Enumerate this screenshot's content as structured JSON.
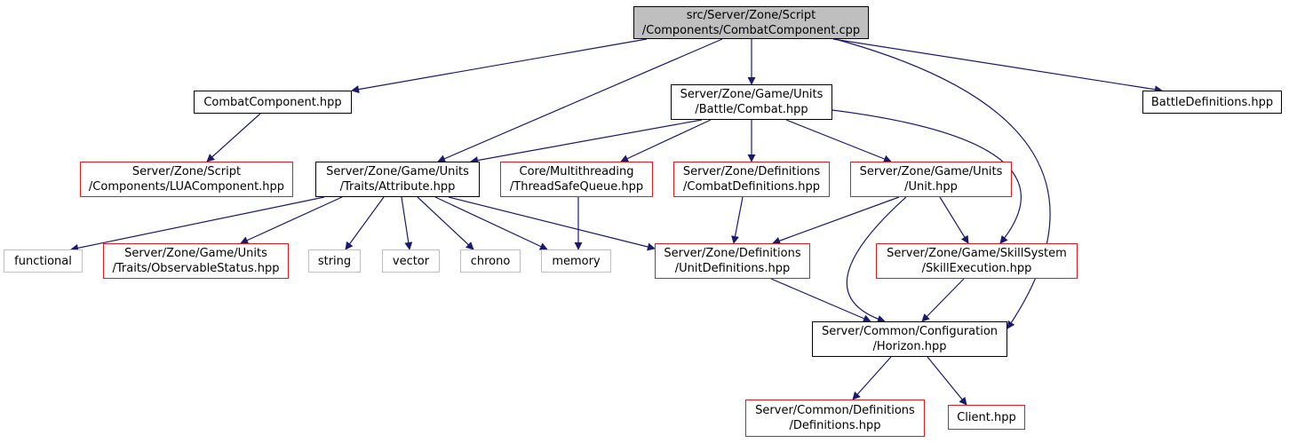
{
  "colors": {
    "edge": "#191970",
    "focus_fill": "#bfbfbf",
    "border_default": "#000000",
    "border_reference": "#e41a1c",
    "border_system": "#bfbfbf"
  },
  "nodes": [
    {
      "id": "n1",
      "label": "src/Server/Zone/Script\n/Components/CombatComponent.cpp",
      "kind": "focus"
    },
    {
      "id": "n2",
      "label": "CombatComponent.hpp",
      "kind": "default"
    },
    {
      "id": "n3",
      "label": "Server/Zone/Game/Units\n/Battle/Combat.hpp",
      "kind": "default"
    },
    {
      "id": "n4",
      "label": "BattleDefinitions.hpp",
      "kind": "default"
    },
    {
      "id": "n5",
      "label": "Server/Zone/Script\n/Components/LUAComponent.hpp",
      "kind": "ref"
    },
    {
      "id": "n6",
      "label": "Server/Zone/Game/Units\n/Traits/Attribute.hpp",
      "kind": "default"
    },
    {
      "id": "n7",
      "label": "Core/Multithreading\n/ThreadSafeQueue.hpp",
      "kind": "ref"
    },
    {
      "id": "n8",
      "label": "Server/Zone/Definitions\n/CombatDefinitions.hpp",
      "kind": "ref"
    },
    {
      "id": "n9",
      "label": "Server/Zone/Game/Units\n/Unit.hpp",
      "kind": "ref"
    },
    {
      "id": "n10",
      "label": "functional",
      "kind": "sys"
    },
    {
      "id": "n11",
      "label": "Server/Zone/Game/Units\n/Traits/ObservableStatus.hpp",
      "kind": "ref"
    },
    {
      "id": "n12",
      "label": "string",
      "kind": "sys"
    },
    {
      "id": "n13",
      "label": "vector",
      "kind": "sys"
    },
    {
      "id": "n14",
      "label": "chrono",
      "kind": "sys"
    },
    {
      "id": "n15",
      "label": "memory",
      "kind": "sys"
    },
    {
      "id": "n16",
      "label": "Server/Zone/Definitions\n/UnitDefinitions.hpp",
      "kind": "ref"
    },
    {
      "id": "n17",
      "label": "Server/Zone/Game/SkillSystem\n/SkillExecution.hpp",
      "kind": "ref"
    },
    {
      "id": "n18",
      "label": "Server/Common/Configuration\n/Horizon.hpp",
      "kind": "default"
    },
    {
      "id": "n19",
      "label": "Server/Common/Definitions\n/Definitions.hpp",
      "kind": "ref"
    },
    {
      "id": "n20",
      "label": "Client.hpp",
      "kind": "ref"
    }
  ],
  "edges": [
    {
      "from": "n1",
      "to": "n2"
    },
    {
      "from": "n1",
      "to": "n3"
    },
    {
      "from": "n1",
      "to": "n4"
    },
    {
      "from": "n1",
      "to": "n6"
    },
    {
      "from": "n1",
      "to": "n18"
    },
    {
      "from": "n2",
      "to": "n5"
    },
    {
      "from": "n3",
      "to": "n6"
    },
    {
      "from": "n3",
      "to": "n7"
    },
    {
      "from": "n3",
      "to": "n8"
    },
    {
      "from": "n3",
      "to": "n9"
    },
    {
      "from": "n3",
      "to": "n17"
    },
    {
      "from": "n6",
      "to": "n10"
    },
    {
      "from": "n6",
      "to": "n11"
    },
    {
      "from": "n6",
      "to": "n12"
    },
    {
      "from": "n6",
      "to": "n13"
    },
    {
      "from": "n6",
      "to": "n14"
    },
    {
      "from": "n6",
      "to": "n15"
    },
    {
      "from": "n6",
      "to": "n16"
    },
    {
      "from": "n7",
      "to": "n15"
    },
    {
      "from": "n8",
      "to": "n16"
    },
    {
      "from": "n9",
      "to": "n16"
    },
    {
      "from": "n9",
      "to": "n17"
    },
    {
      "from": "n9",
      "to": "n18"
    },
    {
      "from": "n16",
      "to": "n18"
    },
    {
      "from": "n17",
      "to": "n18"
    },
    {
      "from": "n18",
      "to": "n19"
    },
    {
      "from": "n18",
      "to": "n20"
    }
  ]
}
